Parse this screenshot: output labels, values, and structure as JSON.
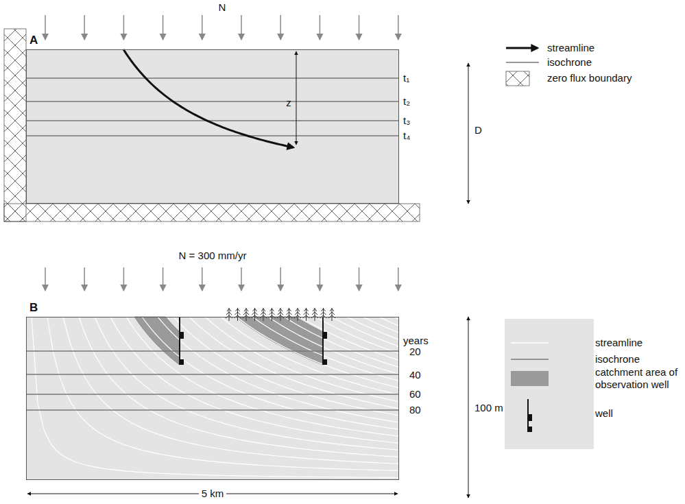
{
  "diagram": {
    "nodes": [
      {
        "text": [
          "A"
        ]
      },
      {
        "text": [
          "B"
        ]
      }
    ],
    "labels": [
      "N",
      "z",
      "D",
      "t₁",
      "t₂",
      "t₃",
      "t₄",
      "N = 300 mm/yr",
      "years",
      "20",
      "40",
      "60",
      "80",
      "100 m",
      "5 km"
    ],
    "legend": [
      {
        "text": "streamline"
      },
      {
        "text": "isochrone"
      },
      {
        "text": "zero flux boundary"
      },
      {
        "text": "streamline"
      },
      {
        "text": "isochrone"
      },
      {
        "text": "catchment area of observation well",
        "color": "#9a9a9a"
      },
      {
        "text": "well"
      }
    ]
  }
}
